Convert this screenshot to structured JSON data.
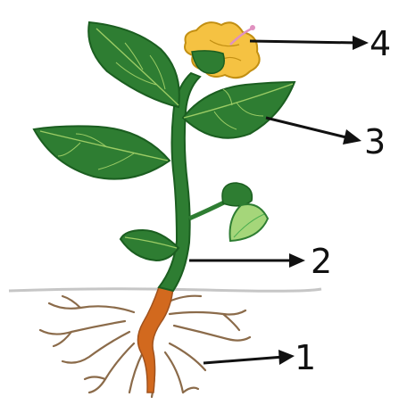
{
  "labels": {
    "l1": "1",
    "l2": "2",
    "l3": "3",
    "l4": "4"
  },
  "colors": {
    "leaf": "#2e7d32",
    "leaf_dark": "#1b5e20",
    "stem": "#2e7d32",
    "root_main": "#d2691e",
    "root_fine": "#8b6b4a",
    "petal": "#f5c242",
    "soil_line": "#bdbdbd",
    "young_leaf": "#a5d67a"
  },
  "icons": {
    "arrow": "right-arrow-icon"
  }
}
